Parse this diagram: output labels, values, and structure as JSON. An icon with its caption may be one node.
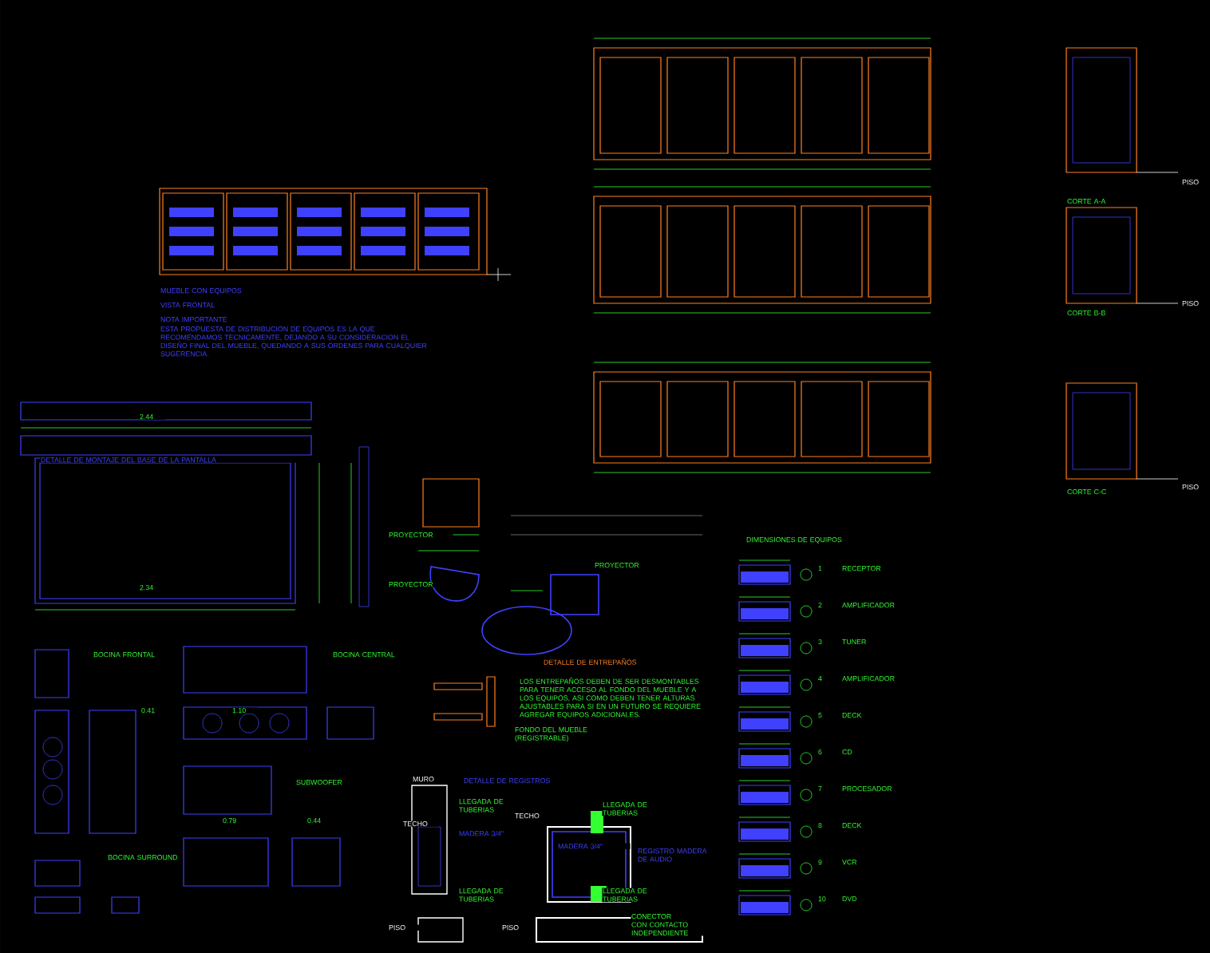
{
  "diagram": {
    "labels": [
      "MUEBLE CON EQUIPOS",
      "VISTA FRONTAL",
      "NOTA IMPORTANTE",
      "ESTA PROPUESTA DE DISTRIBUCION DE EQUIPOS ES LA QUE RECOMENDAMOS TECNICAMENTE, DEJANDO A SU CONSIDERACION EL DISEÑO FINAL DEL MUEBLE, QUEDANDO A SUS ORDENES PARA CUALQUIER SUGERENCIA.",
      "DETALLE DE MONTAJE DEL BASE DE LA PANTALLA",
      "DIMENSIONES DE EQUIPOS",
      "DETALLE DE ENTREPAÑOS",
      "LOS ENTREPAÑOS DEBEN DE SER DESMONTABLES PARA TENER ACCESO AL FONDO DEL MUEBLE Y A LOS EQUIPOS, ASI COMO DEBEN TENER ALTURAS AJUSTABLES PARA SI EN UN FUTURO SE REQUIERE AGREGAR EQUIPOS ADICIONALES.",
      "FONDO DEL MUEBLE (REGISTRABLE)",
      "MURO",
      "DETALLE DE REGISTROS",
      "TECHO",
      "PISO",
      "LLEGADA DE TUBERIAS",
      "MADERA 3/4\"",
      "LLEGADA DE TUBERIAS",
      "TECHO",
      "LLEGADA DE TUBERIAS",
      "MADERA 3/4\"",
      "REGISTRO MADERA DE AUDIO",
      "LLEGADA DE TUBERIAS",
      "CONECTOR CON CONTACTO INDEPENDIENTE",
      "PISO",
      "PROYECTOR",
      "PROYECTOR",
      "PROYECTOR",
      "BOCINA FRONTAL",
      "BOCINA CENTRAL",
      "SUBWOOFER",
      "BOCINA SURROUND",
      "CORTE A-A",
      "CORTE B-B",
      "CORTE C-C",
      "PISO",
      "PISO",
      "PISO",
      "1",
      "RECEPTOR",
      "2",
      "AMPLIFICADOR",
      "3",
      "TUNER",
      "4",
      "AMPLIFICADOR",
      "5",
      "DECK",
      "6",
      "CD",
      "7",
      "PROCESADOR",
      "8",
      "DECK",
      "9",
      "VCR",
      "10",
      "DVD",
      "2.44",
      "2.34",
      "0.41",
      "1.10",
      "0.79",
      "0.44"
    ]
  }
}
